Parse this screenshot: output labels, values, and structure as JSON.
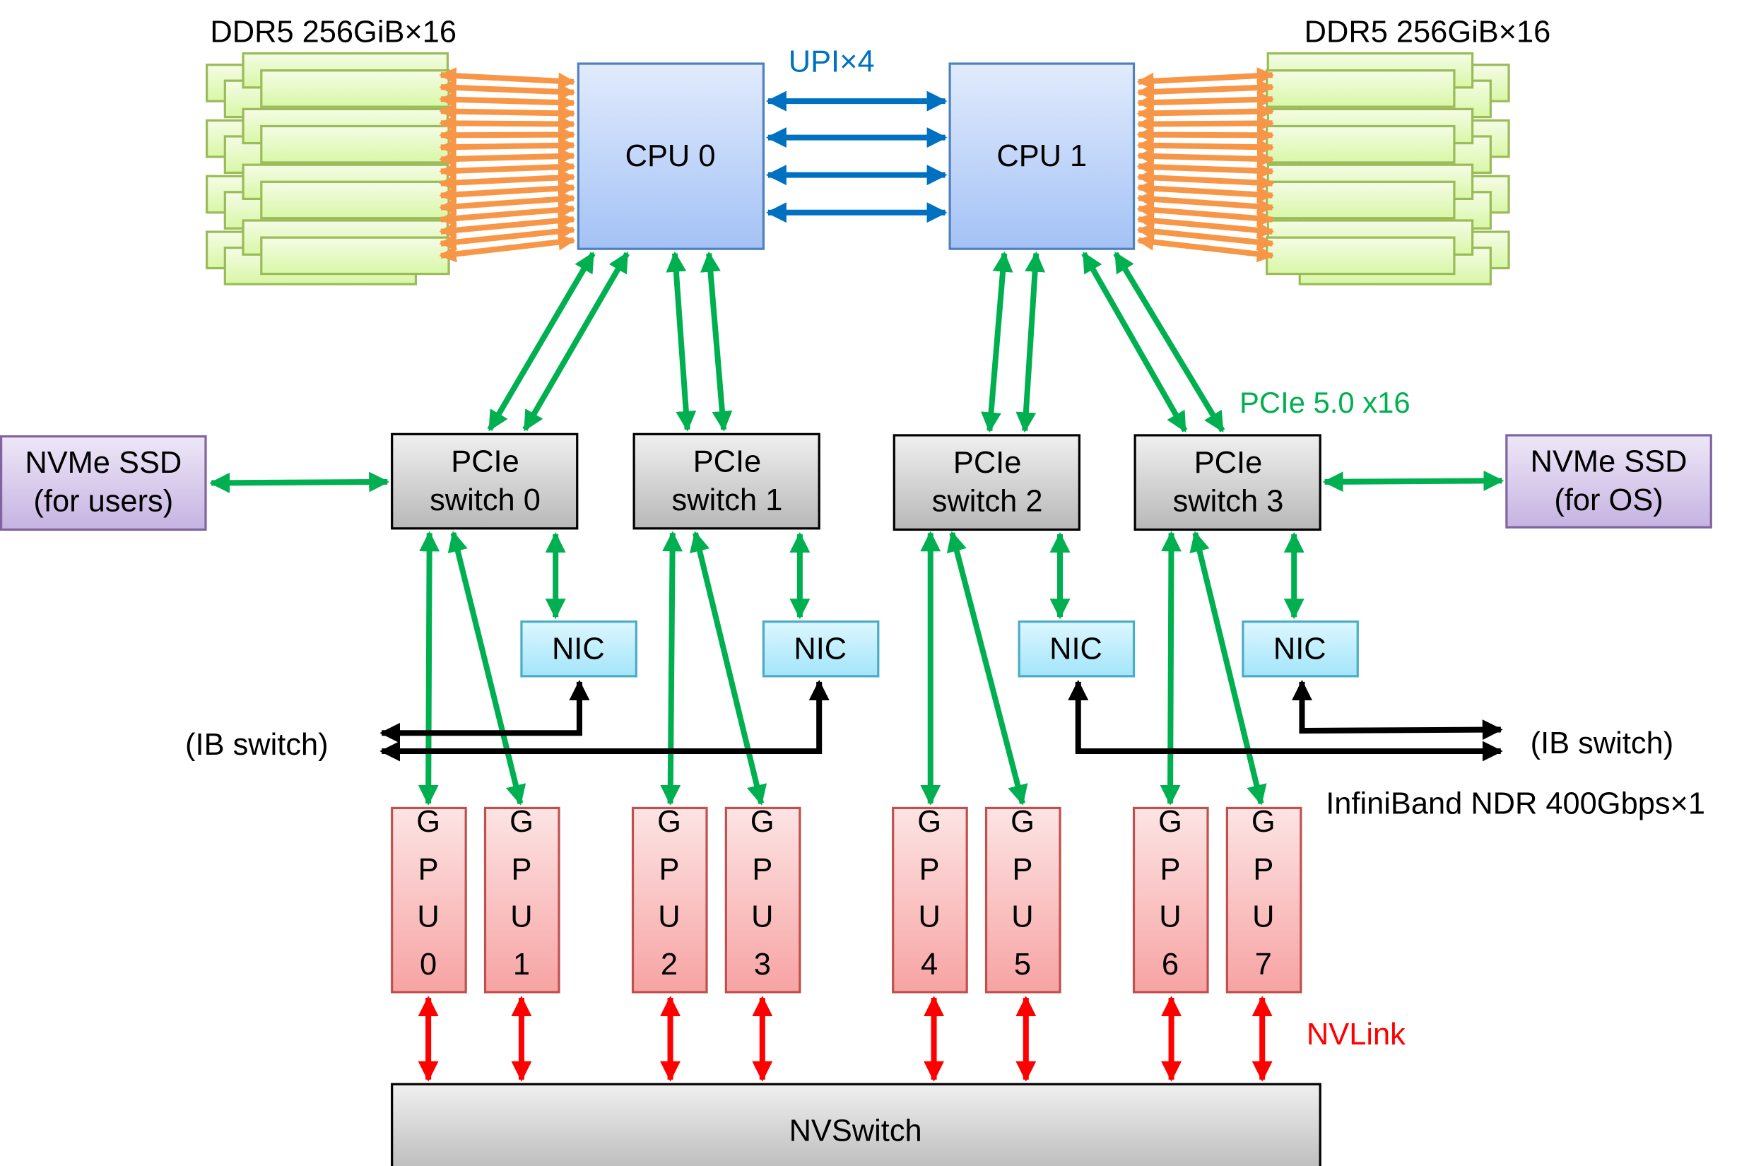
{
  "memory": {
    "left_label": "DDR5 256GiB×16",
    "right_label": "DDR5 256GiB×16"
  },
  "cpus": [
    {
      "label": "CPU 0"
    },
    {
      "label": "CPU 1"
    }
  ],
  "interconnect": {
    "upi_label": "UPI×4",
    "pcie_label": "PCIe 5.0 x16",
    "nvlink_label": "NVLink",
    "ib_label": "InfiniBand NDR 400Gbps×1"
  },
  "pcie_switches": [
    {
      "line1": "PCIe",
      "line2": "switch 0"
    },
    {
      "line1": "PCIe",
      "line2": "switch 1"
    },
    {
      "line1": "PCIe",
      "line2": "switch 2"
    },
    {
      "line1": "PCIe",
      "line2": "switch 3"
    }
  ],
  "ssds": [
    {
      "line1": "NVMe SSD",
      "line2": "(for users)"
    },
    {
      "line1": "NVMe SSD",
      "line2": "(for OS)"
    }
  ],
  "nics": [
    {
      "label": "NIC"
    },
    {
      "label": "NIC"
    },
    {
      "label": "NIC"
    },
    {
      "label": "NIC"
    }
  ],
  "ib_switch": {
    "left_label": "(IB switch)",
    "right_label": "(IB switch)"
  },
  "gpus": [
    {
      "label": "GPU0"
    },
    {
      "label": "GPU1"
    },
    {
      "label": "GPU2"
    },
    {
      "label": "GPU3"
    },
    {
      "label": "GPU4"
    },
    {
      "label": "GPU5"
    },
    {
      "label": "GPU6"
    },
    {
      "label": "GPU7"
    }
  ],
  "nvswitch": {
    "label": "NVSwitch"
  },
  "colors": {
    "upi": "#0070C0",
    "pcie": "#00B050",
    "memory_bus": "#F79646",
    "nvlink": "#FF0000",
    "infiniband": "#000000"
  }
}
